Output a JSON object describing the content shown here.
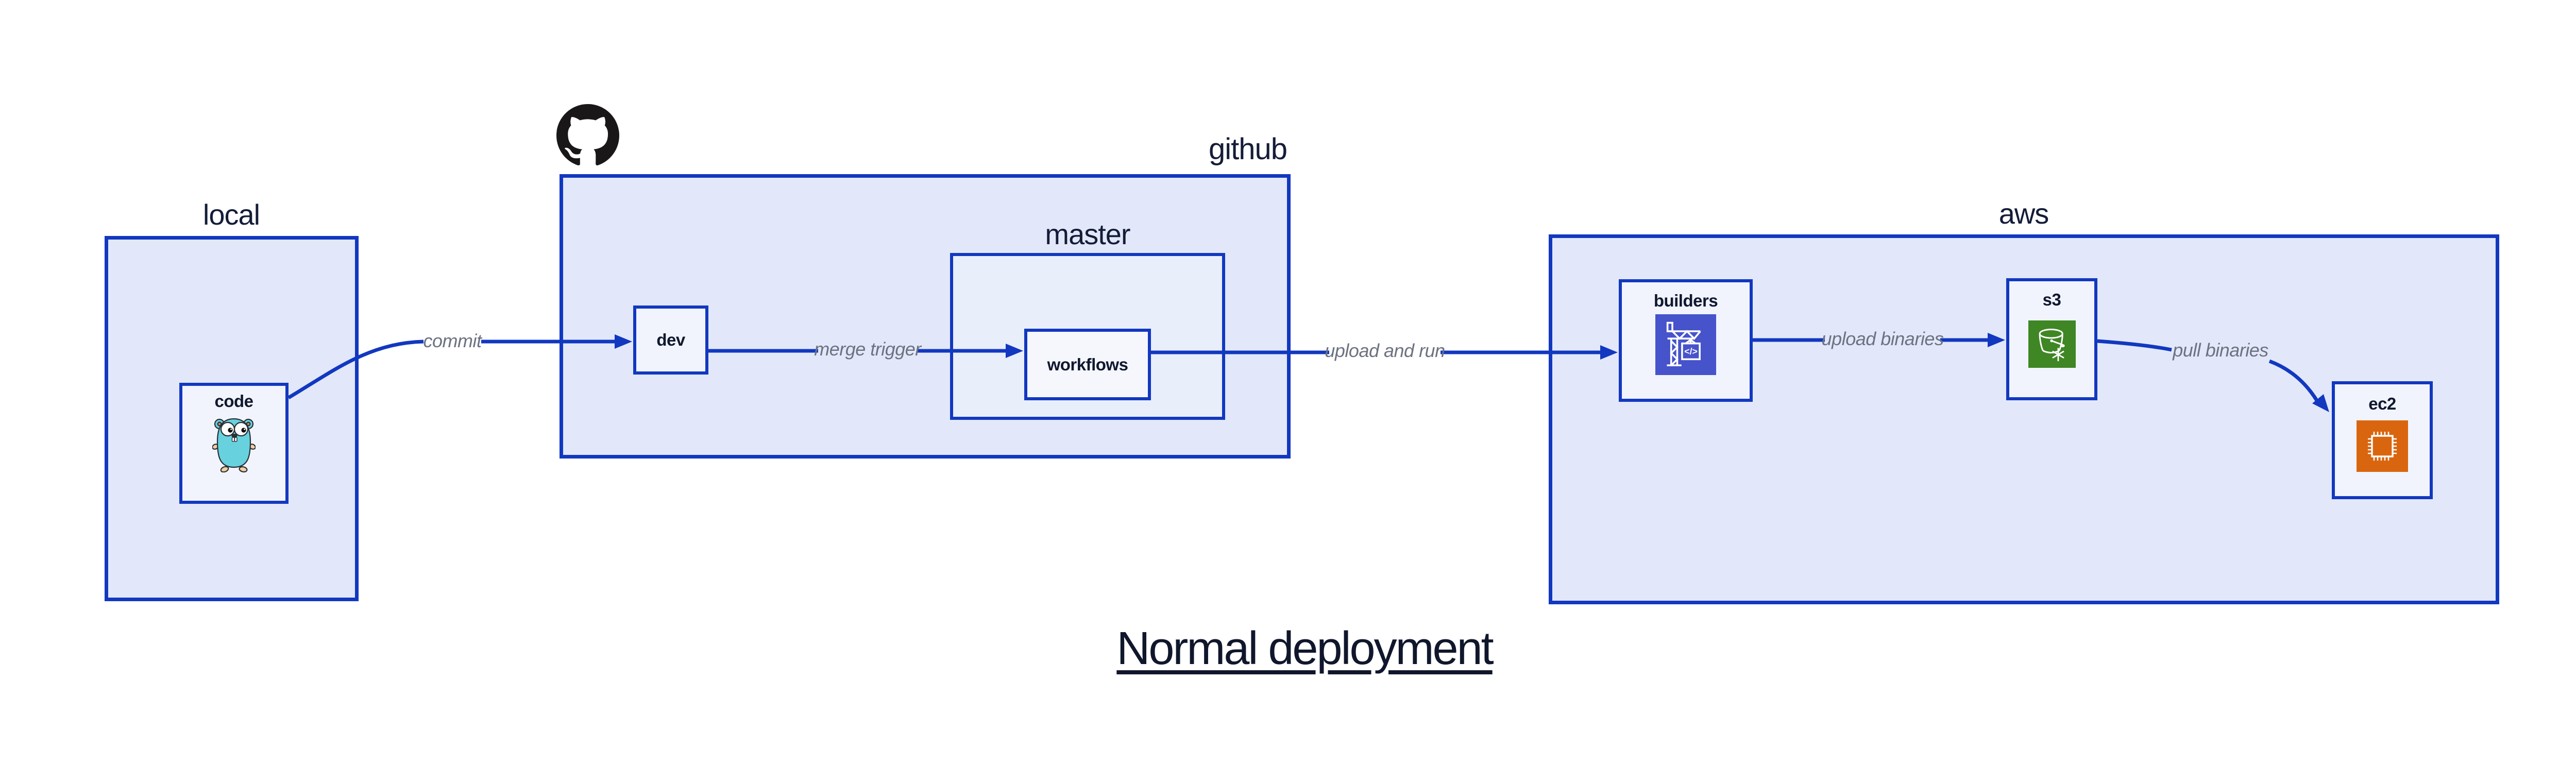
{
  "diagram": {
    "title": "Normal deployment",
    "containers": {
      "local": {
        "label": "local"
      },
      "github": {
        "label": "github"
      },
      "master": {
        "label": "master"
      },
      "aws": {
        "label": "aws"
      }
    },
    "nodes": {
      "code": {
        "label": "code",
        "icon": "go-gopher-icon"
      },
      "dev": {
        "label": "dev"
      },
      "workflows": {
        "label": "workflows"
      },
      "builders": {
        "label": "builders",
        "icon": "codebuild-crane-icon"
      },
      "s3": {
        "label": "s3",
        "icon": "s3-glacier-bucket-icon"
      },
      "ec2": {
        "label": "ec2",
        "icon": "ec2-chip-icon"
      }
    },
    "edges": {
      "commit": {
        "label": "commit",
        "from": "code",
        "to": "dev"
      },
      "merge_trigger": {
        "label": "merge trigger",
        "from": "dev",
        "to": "workflows"
      },
      "upload_and_run": {
        "label": "upload and run",
        "from": "workflows",
        "to": "builders"
      },
      "upload_binaries": {
        "label": "upload binaries",
        "from": "builders",
        "to": "s3"
      },
      "pull_binaries": {
        "label": "pull binaries",
        "from": "s3",
        "to": "ec2"
      }
    },
    "icons": {
      "brand": "github-octocat-icon",
      "code_icon_text": "</>"
    },
    "colors": {
      "stroke_blue": "#1238c0",
      "container_fill": "#e2e8fa",
      "master_fill": "#e9eefb",
      "node_fill": "#f1f4fd",
      "label_navy": "#141c38",
      "edge_label_gray": "#6c7280",
      "codebuild_purple": "#4653cb",
      "s3_green": "#3f8624",
      "ec2_orange": "#d9660f",
      "octocat_black": "#191717",
      "gopher_teal": "#67d1de",
      "gopher_tan": "#f2cfa0"
    }
  }
}
